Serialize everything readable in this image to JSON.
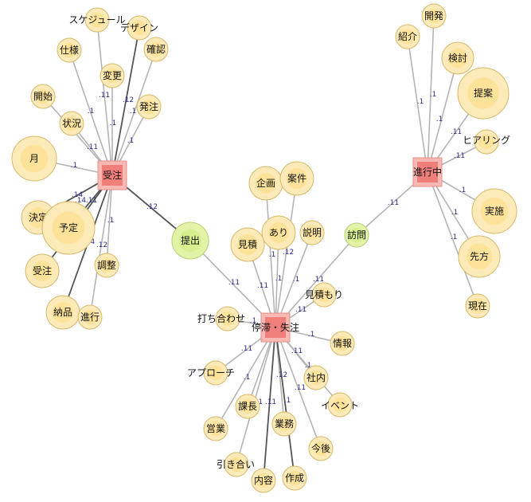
{
  "diagram": {
    "type": "co-occurrence network",
    "colors": {
      "cluster_node": "#f07e7a",
      "word_node": "#fde39a",
      "word_node_edge": "#d8b86a",
      "bridge_node": "#e2f3a8",
      "bridge_node_edge": "#b5cf72",
      "edge_dark": "#333333",
      "edge_light": "#bbbbbb",
      "edge_label": "#2a2a8a"
    },
    "clusters": [
      {
        "id": "jucyu",
        "label": "受注"
      },
      {
        "id": "teitai",
        "label": "停滞・失注"
      },
      {
        "id": "shinkou",
        "label": "進行中"
      }
    ],
    "nodes": [
      {
        "id": "sched",
        "label": "スケジュール",
        "size": "small"
      },
      {
        "id": "design",
        "label": "デザイン",
        "size": "small"
      },
      {
        "id": "shiyou",
        "label": "仕様",
        "size": "small"
      },
      {
        "id": "kakunin",
        "label": "確認",
        "size": "small"
      },
      {
        "id": "henkou",
        "label": "変更",
        "size": "small"
      },
      {
        "id": "kaishi",
        "label": "開始",
        "size": "small"
      },
      {
        "id": "hacchu",
        "label": "発注",
        "size": "small"
      },
      {
        "id": "joukyou",
        "label": "状況",
        "size": "small"
      },
      {
        "id": "tsuki",
        "label": "月",
        "size": "large"
      },
      {
        "id": "kettei",
        "label": "決定",
        "size": "medium"
      },
      {
        "id": "yotei",
        "label": "予定",
        "size": "large"
      },
      {
        "id": "jucyu2",
        "label": "受注",
        "size": "medium"
      },
      {
        "id": "chousei",
        "label": "調整",
        "size": "small"
      },
      {
        "id": "nouhin",
        "label": "納品",
        "size": "medium"
      },
      {
        "id": "shinkou2",
        "label": "進行",
        "size": "small"
      },
      {
        "id": "teishutsu",
        "label": "提出",
        "size": "large",
        "bridge": true
      },
      {
        "id": "kikaku",
        "label": "企画",
        "size": "medium"
      },
      {
        "id": "anken",
        "label": "案件",
        "size": "medium"
      },
      {
        "id": "ari",
        "label": "あり",
        "size": "medium"
      },
      {
        "id": "setsumei",
        "label": "説明",
        "size": "small"
      },
      {
        "id": "mitsumori",
        "label": "見積",
        "size": "medium"
      },
      {
        "id": "houmon",
        "label": "訪問",
        "size": "small",
        "bridge": true
      },
      {
        "id": "mitsumori2",
        "label": "見積もり",
        "size": "small"
      },
      {
        "id": "uchiawase",
        "label": "打ち合わせ",
        "size": "small"
      },
      {
        "id": "jouhou",
        "label": "情報",
        "size": "small"
      },
      {
        "id": "approach",
        "label": "アプローチ",
        "size": "small"
      },
      {
        "id": "shanai",
        "label": "社内",
        "size": "small"
      },
      {
        "id": "event",
        "label": "イベント",
        "size": "small"
      },
      {
        "id": "kachou",
        "label": "課長",
        "size": "small"
      },
      {
        "id": "eigyou",
        "label": "営業",
        "size": "small"
      },
      {
        "id": "gyoumu",
        "label": "業務",
        "size": "small"
      },
      {
        "id": "kongo",
        "label": "今後",
        "size": "small"
      },
      {
        "id": "hikiai",
        "label": "引き合い",
        "size": "small"
      },
      {
        "id": "naiyou",
        "label": "内容",
        "size": "small"
      },
      {
        "id": "sakusei",
        "label": "作成",
        "size": "small"
      },
      {
        "id": "kaihatsu",
        "label": "開発",
        "size": "small"
      },
      {
        "id": "shoukai",
        "label": "紹介",
        "size": "small"
      },
      {
        "id": "kentou",
        "label": "検討",
        "size": "medium"
      },
      {
        "id": "teian",
        "label": "提案",
        "size": "large"
      },
      {
        "id": "hearing",
        "label": "ヒアリング",
        "size": "small"
      },
      {
        "id": "jisshi",
        "label": "実施",
        "size": "large"
      },
      {
        "id": "sakikata",
        "label": "先方",
        "size": "large"
      },
      {
        "id": "genzai",
        "label": "現在",
        "size": "small"
      }
    ],
    "edges": [
      {
        "from": "jucyu",
        "to": "sched",
        "weight": ".11"
      },
      {
        "from": "jucyu",
        "to": "design",
        "weight": ".12"
      },
      {
        "from": "jucyu",
        "to": "shiyou",
        "weight": ".1"
      },
      {
        "from": "jucyu",
        "to": "kakunin",
        "weight": ".1"
      },
      {
        "from": "jucyu",
        "to": "henkou",
        "weight": ".1"
      },
      {
        "from": "jucyu",
        "to": "kaishi",
        "weight": ""
      },
      {
        "from": "jucyu",
        "to": "hacchu",
        "weight": ".1"
      },
      {
        "from": "jucyu",
        "to": "joukyou",
        "weight": ".11"
      },
      {
        "from": "jucyu",
        "to": "tsuki",
        "weight": ".1"
      },
      {
        "from": "jucyu",
        "to": "kettei",
        "weight": ".14"
      },
      {
        "from": "jucyu",
        "to": "yotei",
        "weight": ".11"
      },
      {
        "from": "jucyu",
        "to": "jucyu2",
        "weight": ".14"
      },
      {
        "from": "jucyu",
        "to": "chousei",
        "weight": ".12"
      },
      {
        "from": "jucyu",
        "to": "nouhin",
        "weight": ""
      },
      {
        "from": "jucyu",
        "to": "shinkou2",
        "weight": ".1"
      },
      {
        "from": "jucyu",
        "to": "teishutsu",
        "weight": ".12"
      },
      {
        "from": "kettei",
        "to": "yotei",
        "weight": ".14"
      },
      {
        "from": "teitai",
        "to": "teishutsu",
        "weight": ".11"
      },
      {
        "from": "teitai",
        "to": "kikaku",
        "weight": ".1"
      },
      {
        "from": "teitai",
        "to": "anken",
        "weight": ".12"
      },
      {
        "from": "teitai",
        "to": "ari",
        "weight": ".1"
      },
      {
        "from": "teitai",
        "to": "setsumei",
        "weight": ".1"
      },
      {
        "from": "teitai",
        "to": "mitsumori",
        "weight": ".11"
      },
      {
        "from": "teitai",
        "to": "houmon",
        "weight": ".11"
      },
      {
        "from": "teitai",
        "to": "mitsumori2",
        "weight": ".11"
      },
      {
        "from": "teitai",
        "to": "uchiawase",
        "weight": ".1"
      },
      {
        "from": "teitai",
        "to": "jouhou",
        "weight": ".1"
      },
      {
        "from": "teitai",
        "to": "approach",
        "weight": ".11"
      },
      {
        "from": "teitai",
        "to": "shanai",
        "weight": ".11"
      },
      {
        "from": "teitai",
        "to": "event",
        "weight": ".1"
      },
      {
        "from": "teitai",
        "to": "kachou",
        "weight": ".1"
      },
      {
        "from": "teitai",
        "to": "eigyou",
        "weight": ".11"
      },
      {
        "from": "teitai",
        "to": "gyoumu",
        "weight": ".12"
      },
      {
        "from": "teitai",
        "to": "kongo",
        "weight": ".11"
      },
      {
        "from": "teitai",
        "to": "hikiai",
        "weight": ""
      },
      {
        "from": "teitai",
        "to": "naiyou",
        "weight": ".11"
      },
      {
        "from": "teitai",
        "to": "sakusei",
        "weight": ".1"
      },
      {
        "from": "shinkou",
        "to": "houmon",
        "weight": ".11"
      },
      {
        "from": "shinkou",
        "to": "kaihatsu",
        "weight": ".1"
      },
      {
        "from": "shinkou",
        "to": "shoukai",
        "weight": ".1"
      },
      {
        "from": "shinkou",
        "to": "kentou",
        "weight": ".1"
      },
      {
        "from": "shinkou",
        "to": "teian",
        "weight": ".11"
      },
      {
        "from": "shinkou",
        "to": "hearing",
        "weight": ".11"
      },
      {
        "from": "shinkou",
        "to": "jisshi",
        "weight": ".1"
      },
      {
        "from": "shinkou",
        "to": "sakikata",
        "weight": ".1"
      },
      {
        "from": "shinkou",
        "to": "genzai",
        "weight": ".1"
      }
    ]
  }
}
